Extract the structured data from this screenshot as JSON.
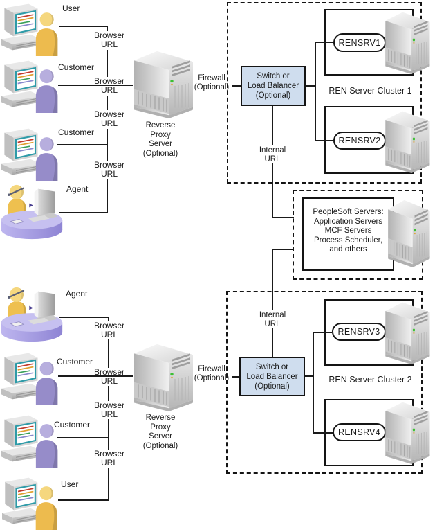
{
  "colors": {
    "line": "#1a1a1a",
    "switch-fill": "#cfddee",
    "dash-border": "#141414",
    "capsule-fill": "#ffffff",
    "user-accent": "#edbb4e",
    "customer-accent": "#968cc9",
    "desk-accent": "#a79ee4",
    "led-green": "#3cc033"
  },
  "actors": {
    "top": [
      "User",
      "Customer",
      "Customer",
      "Agent"
    ],
    "bottom": [
      "Agent",
      "Customer",
      "Customer",
      "User"
    ]
  },
  "labels": {
    "browser": "Browser",
    "url": "URL",
    "internal": "Internal",
    "reverse_proxy": [
      "Reverse",
      "Proxy",
      "Server",
      "(Optional)"
    ],
    "firewall": [
      "Firewall",
      "(Optional)"
    ],
    "switch": [
      "Switch or",
      "Load Balancer",
      "(Optional)"
    ],
    "cluster1": "REN Server Cluster 1",
    "cluster2": "REN Server Cluster 2",
    "servers1": [
      "RENSRV1",
      "RENSRV2"
    ],
    "servers2": [
      "RENSRV3",
      "RENSRV4"
    ],
    "peoplesoft": [
      "PeopleSoft Servers:",
      "Application Servers",
      "MCF Servers",
      "Process Scheduler,",
      "and others"
    ]
  }
}
